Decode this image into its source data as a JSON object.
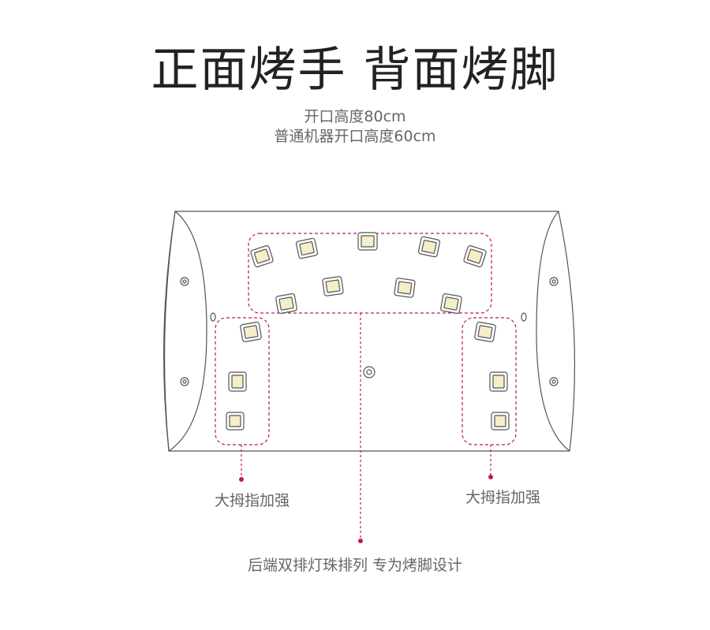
{
  "title": "正面烤手  背面烤脚",
  "subtitle_lines": [
    "开口高度80cm",
    "普通机器开口高度60cm"
  ],
  "callouts": {
    "left_thumb": "大拇指加强",
    "right_thumb": "大拇指加强",
    "rear": "后端双排灯珠排列 专为烤脚设计"
  },
  "colors": {
    "outline": "#555555",
    "accent": "#c2185b",
    "led_fill": "#f4efc8"
  }
}
